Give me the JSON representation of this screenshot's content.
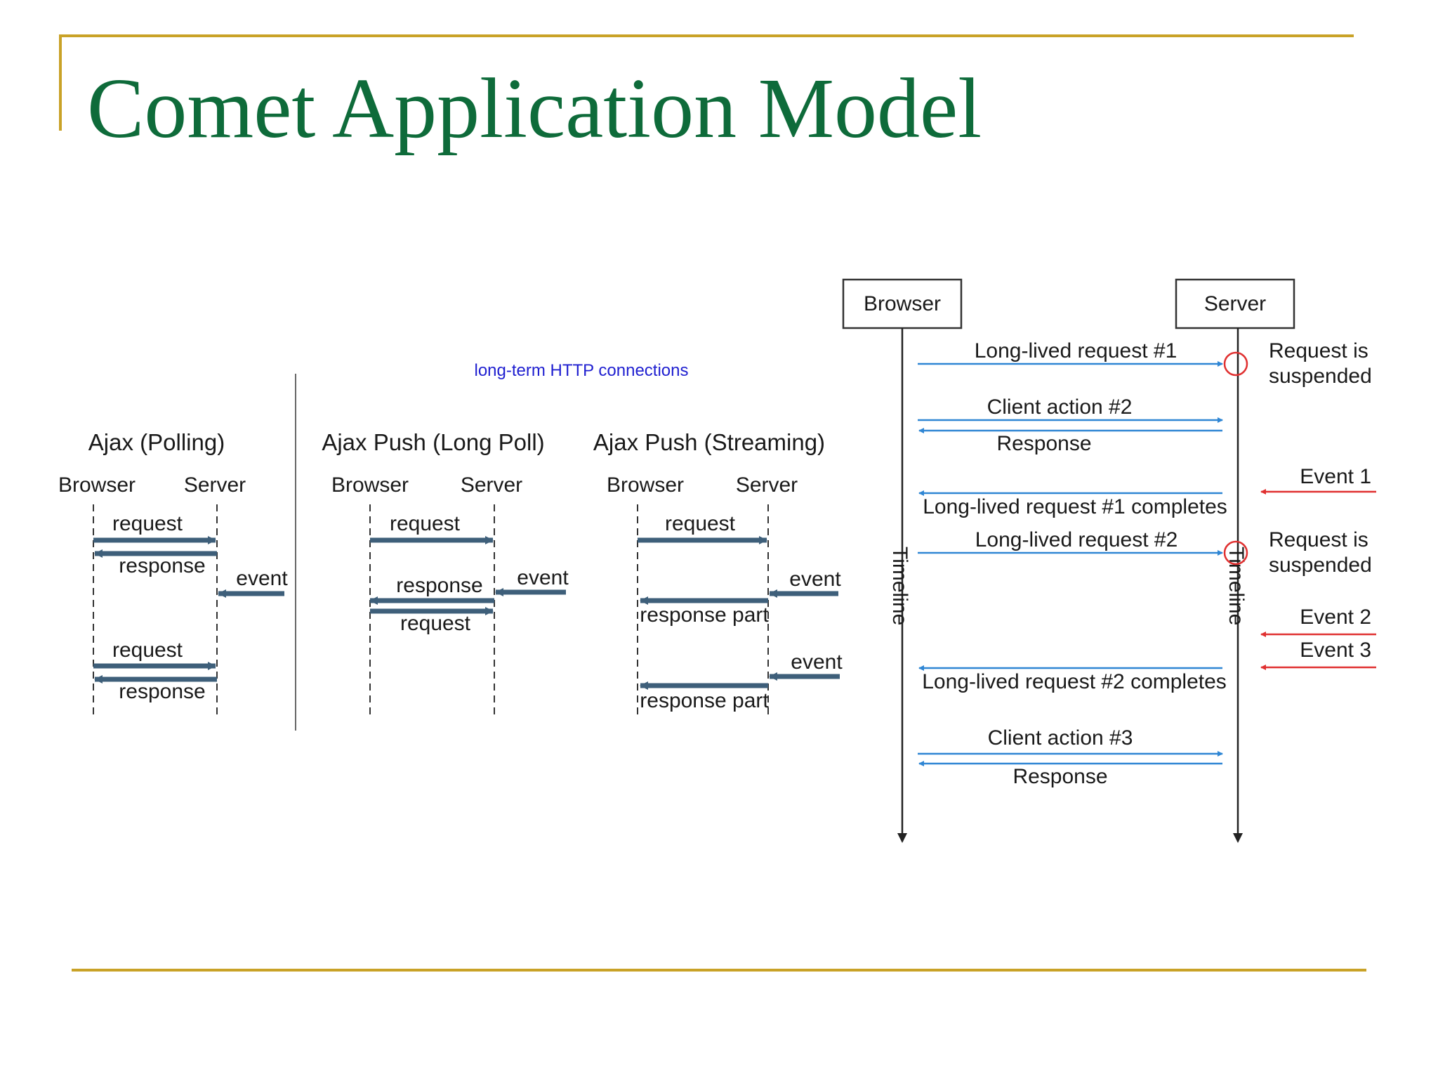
{
  "slide": {
    "title": "Comet Application Model",
    "accent_color": "#c9a227",
    "title_color": "#0e6b3a"
  },
  "left_diagram": {
    "caption": "long-term HTTP connections",
    "panels": [
      {
        "heading": "Ajax (Polling)",
        "browser": "Browser",
        "server": "Server",
        "labels": [
          "request",
          "response",
          "event",
          "request",
          "response"
        ]
      },
      {
        "heading": "Ajax Push (Long Poll)",
        "browser": "Browser",
        "server": "Server",
        "labels": [
          "request",
          "response",
          "event",
          "request"
        ]
      },
      {
        "heading": "Ajax Push (Streaming)",
        "browser": "Browser",
        "server": "Server",
        "labels": [
          "request",
          "event",
          "response part",
          "event",
          "response part"
        ]
      }
    ]
  },
  "right_diagram": {
    "browser": "Browser",
    "server": "Server",
    "timeline": "Timeline",
    "messages": [
      "Long-lived request #1",
      "Client action #2",
      "Response",
      "Long-lived request #1 completes",
      "Long-lived request #2",
      "Long-lived request #2 completes",
      "Client action #3",
      "Response"
    ],
    "server_notes": [
      "Request is",
      "suspended",
      "Request is",
      "suspended"
    ],
    "events": [
      "Event 1",
      "Event 2",
      "Event 3"
    ],
    "arrow_color": "#2f86d4",
    "event_color": "#e03030"
  }
}
